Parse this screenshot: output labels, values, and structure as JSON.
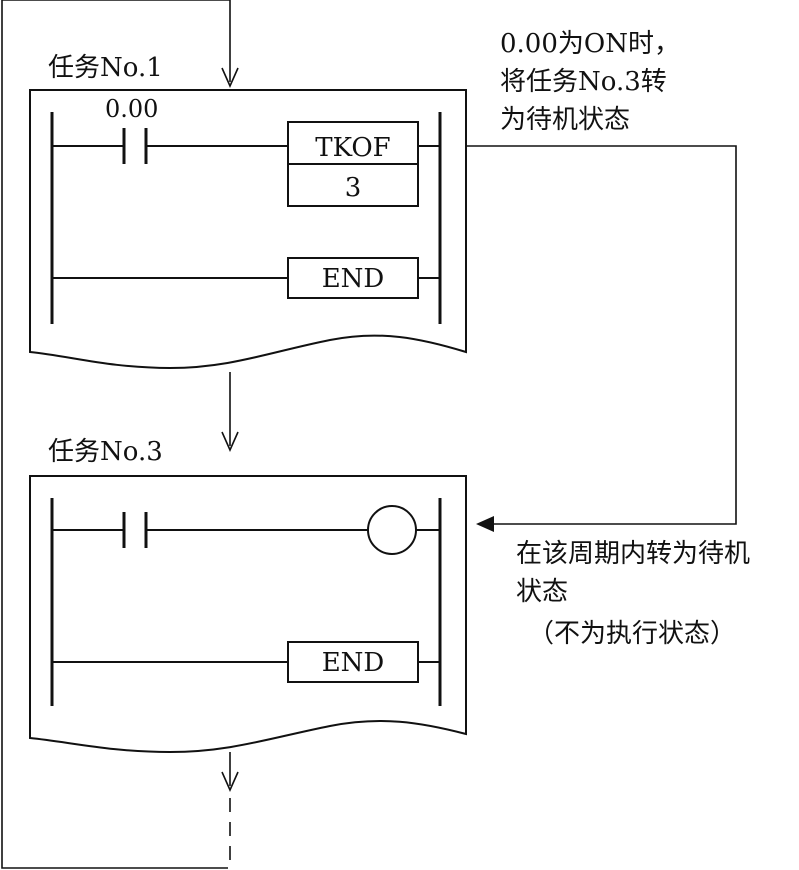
{
  "task1": {
    "title": "任务No.1",
    "contact_label": "0.00",
    "instruction_name": "TKOF",
    "instruction_operand": "3",
    "end_label": "END"
  },
  "task3": {
    "title": "任务No.3",
    "end_label": "END"
  },
  "note_top": {
    "line1": "0.00为ON时，",
    "line2": "将任务No.3转",
    "line3": "为待机状态"
  },
  "note_bottom": {
    "line1": "在该周期内转为待机",
    "line2": "状态",
    "line3": "（不为执行状态）"
  },
  "colors": {
    "line": "#111111",
    "background": "#ffffff"
  }
}
